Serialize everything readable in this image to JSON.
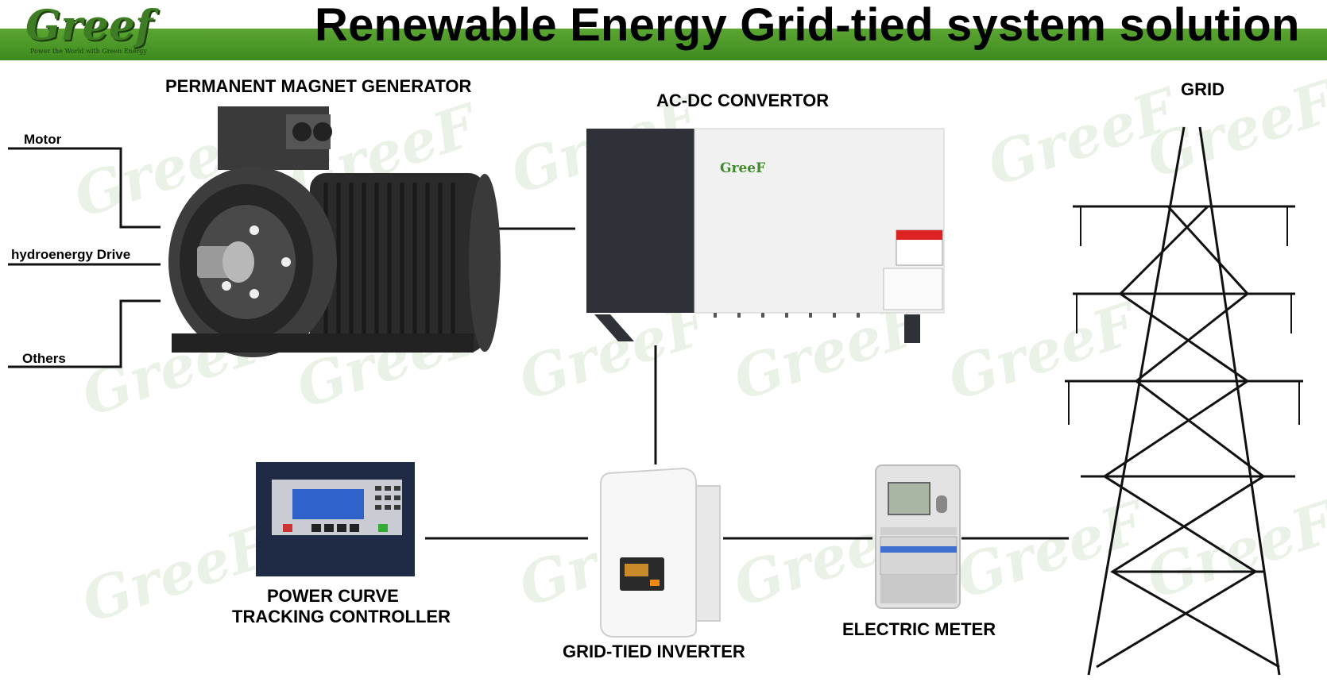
{
  "header": {
    "title": "Renewable Energy Grid-tied system solution",
    "logo_text": "Greef",
    "logo_tagline": "Power the World with Green Energy"
  },
  "inputs": {
    "motor": "Motor",
    "hydro": "hydroenergy Drive",
    "others": "Others"
  },
  "components": {
    "generator": "PERMANENT MAGNET GENERATOR",
    "converter": "AC-DC   CONVERTOR",
    "converter_brand": "GreeF",
    "grid": "GRID",
    "controller_line1": "POWER CURVE",
    "controller_line2": "TRACKING CONTROLLER",
    "inverter": "GRID-TIED INVERTER",
    "meter": "ELECTRIC METER"
  },
  "watermark": "GreeF",
  "colors": {
    "brand_green": "#4a9a2a",
    "motor_dark": "#2a2a2a"
  }
}
